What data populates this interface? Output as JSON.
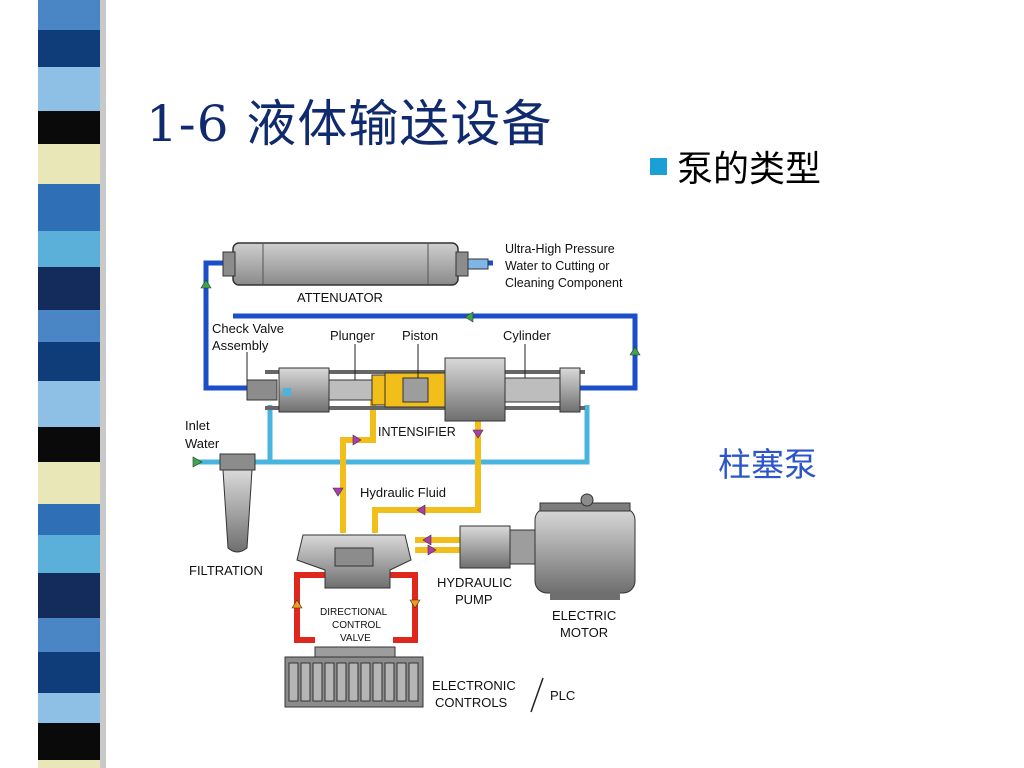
{
  "slide": {
    "title": "1-6 液体输送设备",
    "bullet": "泵的类型",
    "caption": "柱塞泵"
  },
  "diagram": {
    "outlet_label": [
      "Ultra-High Pressure",
      "Water to Cutting or",
      "Cleaning Component"
    ],
    "attenuator": "ATTENUATOR",
    "check_valve": [
      "Check Valve",
      "Assembly"
    ],
    "plunger": "Plunger",
    "piston": "Piston",
    "cylinder": "Cylinder",
    "intensifier": "INTENSIFIER",
    "inlet_water": [
      "Inlet",
      "Water"
    ],
    "hydraulic_fluid": "Hydraulic Fluid",
    "filtration": "FILTRATION",
    "hydraulic_pump": [
      "HYDRAULIC",
      "PUMP"
    ],
    "electric_motor": [
      "ELECTRIC",
      "MOTOR"
    ],
    "directional_valve": [
      "DIRECTIONAL",
      "CONTROL",
      "VALVE"
    ],
    "electronic_controls": [
      "ELECTRONIC",
      "CONTROLS"
    ],
    "plc": "PLC"
  },
  "colors": {
    "title": "#102a6e",
    "bullet_mark": "#1aa0d6",
    "caption": "#2b55c9",
    "hp_water_line": "#1a4fc8",
    "inlet_water_line": "#48b4e0",
    "hydraulic_line": "#f2bf1a",
    "control_line": "#e0271e",
    "machine_gray": "#a9a9a9"
  }
}
